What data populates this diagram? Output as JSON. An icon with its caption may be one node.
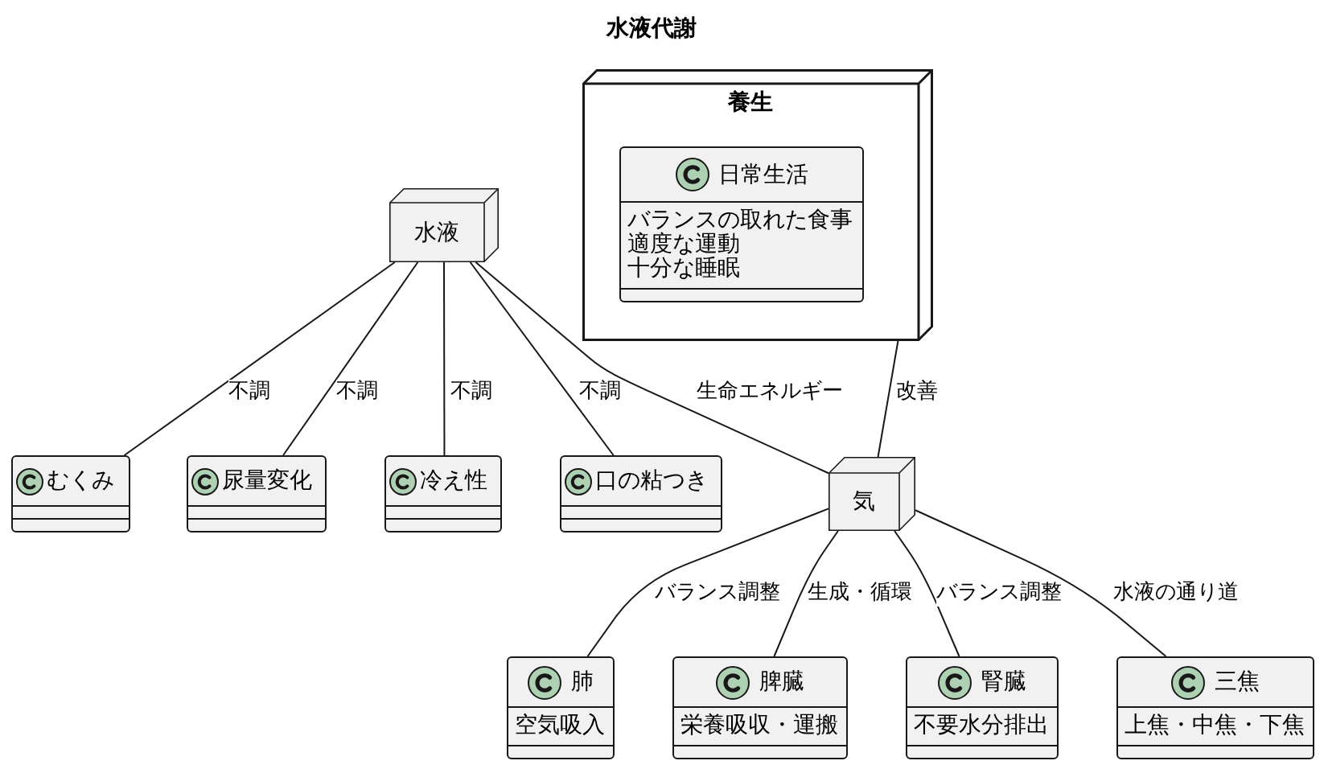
{
  "diagram": {
    "title": "水液代謝",
    "nodes": [
      {
        "text": [
          "養生"
        ]
      },
      {
        "text": [
          "日常生活",
          "バランスの取れた食事",
          "適度な運動",
          "十分な睡眠"
        ],
        "in": 0
      },
      {
        "text": [
          "水液"
        ]
      },
      {
        "text": [
          "むくみ"
        ]
      },
      {
        "text": [
          "尿量変化"
        ]
      },
      {
        "text": [
          "冷え性"
        ]
      },
      {
        "text": [
          "口の粘つき"
        ]
      },
      {
        "text": [
          "気"
        ]
      },
      {
        "text": [
          "肺",
          "空気吸入"
        ]
      },
      {
        "text": [
          "脾臓",
          "栄養吸収・運搬"
        ]
      },
      {
        "text": [
          "腎臓",
          "不要水分排出"
        ]
      },
      {
        "text": [
          "三焦",
          "上焦・中焦・下焦"
        ]
      }
    ],
    "edges": [
      {
        "from": 2,
        "to": 3,
        "arrow": "none",
        "label": "不調"
      },
      {
        "from": 2,
        "to": 4,
        "arrow": "none",
        "label": "不調"
      },
      {
        "from": 2,
        "to": 5,
        "arrow": "none",
        "label": "不調"
      },
      {
        "from": 2,
        "to": 6,
        "arrow": "none",
        "label": "不調"
      },
      {
        "from": 2,
        "to": 7,
        "arrow": "none",
        "label": "生命エネルギー"
      },
      {
        "from": 0,
        "to": 7,
        "arrow": "none",
        "label": "改善"
      },
      {
        "from": 7,
        "to": 8,
        "arrow": "none",
        "label": "バランス調整"
      },
      {
        "from": 7,
        "to": 9,
        "arrow": "none",
        "label": "生成・循環"
      },
      {
        "from": 7,
        "to": 10,
        "arrow": "none",
        "label": "バランス調整"
      },
      {
        "from": 7,
        "to": 11,
        "arrow": "none",
        "label": "水液の通り道"
      }
    ]
  }
}
